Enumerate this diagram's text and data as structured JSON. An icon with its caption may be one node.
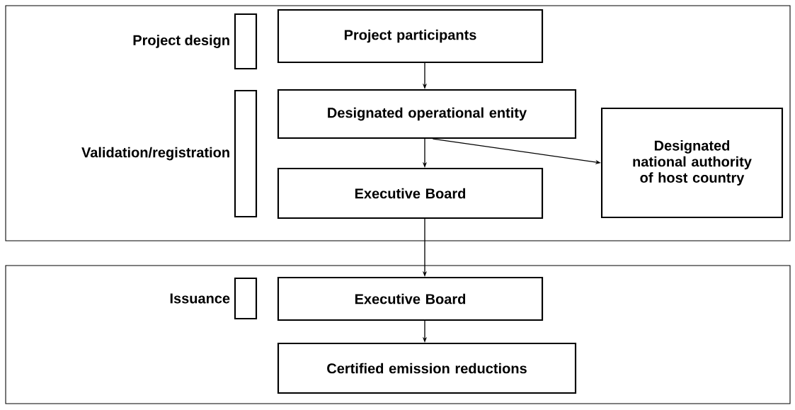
{
  "diagram": {
    "nodes": [
      {
        "text": [],
        "shape": "box"
      },
      {
        "text": [],
        "shape": "bar",
        "beside": [
          "Project design"
        ],
        "in": 0
      },
      {
        "text": [
          "Project participants"
        ],
        "in": 0
      },
      {
        "text": [],
        "shape": "bar",
        "beside": [
          "Validation/registration"
        ],
        "in": 0
      },
      {
        "text": [
          "Designated operational entity"
        ],
        "in": 0
      },
      {
        "text": [
          "Designated national authority of host country"
        ],
        "in": 0
      },
      {
        "text": [
          "Executive Board"
        ],
        "in": 0
      },
      {
        "text": [],
        "shape": "box"
      },
      {
        "text": [],
        "shape": "bar",
        "beside": [
          "Issuance"
        ],
        "in": 7
      },
      {
        "text": [
          "Executive Board"
        ],
        "in": 7
      },
      {
        "text": [
          "Certified emission reductions"
        ],
        "in": 7
      }
    ],
    "edges": [
      {
        "from": 2,
        "to": 4,
        "arrow": "to"
      },
      {
        "from": 4,
        "to": 6,
        "arrow": "to"
      },
      {
        "from": 4,
        "to": 5,
        "arrow": "to"
      },
      {
        "from": 6,
        "to": 9,
        "arrow": "to"
      },
      {
        "from": 9,
        "to": 10,
        "arrow": "to"
      }
    ]
  }
}
